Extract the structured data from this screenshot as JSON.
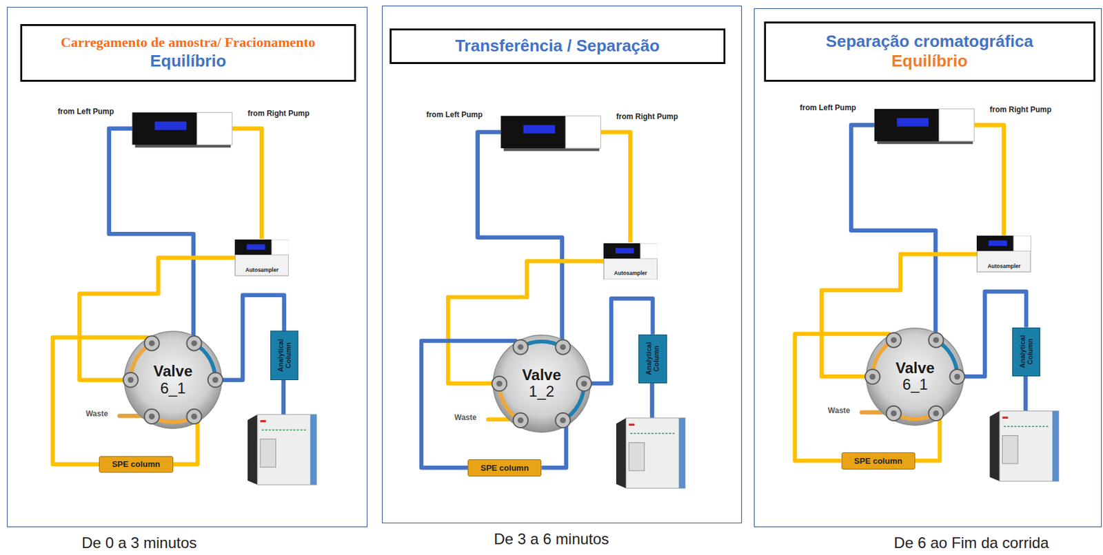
{
  "diagram": {
    "nodes": [
      {
        "text": [
          "De 0 a 3 minutos"
        ]
      },
      {
        "text": [
          "Carregamento de amostra/ Fracionamento",
          "Equilíbrio"
        ],
        "in": 0
      },
      {
        "text": [
          "Autosampler"
        ],
        "in": 0
      },
      {
        "text": [
          "Valve",
          "6_1"
        ],
        "in": 0
      },
      {
        "text": [
          "Analytical Column"
        ],
        "in": 0
      },
      {
        "text": [
          "SPE column"
        ],
        "in": 0
      },
      {
        "text": [
          "De 3 a 6 minutos"
        ]
      },
      {
        "text": [
          "Transferência / Separação"
        ],
        "in": 6
      },
      {
        "text": [
          "Autosampler"
        ],
        "in": 6
      },
      {
        "text": [
          "Valve",
          "1_2"
        ],
        "in": 6
      },
      {
        "text": [
          "Analytical Column"
        ],
        "in": 6
      },
      {
        "text": [
          "SPE column"
        ],
        "in": 6
      },
      {
        "text": [
          "De 6 ao Fim da corrida"
        ]
      },
      {
        "text": [
          "Separação cromatográfica",
          "Equilíbrio"
        ],
        "in": 12
      },
      {
        "text": [
          "Autosampler"
        ],
        "in": 12
      },
      {
        "text": [
          "Valve",
          "6_1"
        ],
        "in": 12
      },
      {
        "text": [
          "Analytical Column"
        ],
        "in": 12
      },
      {
        "text": [
          "SPE column"
        ],
        "in": 12
      }
    ],
    "edges": [
      {
        "from": 2,
        "to": 3,
        "arrow": "none"
      },
      {
        "from": 3,
        "to": 4,
        "arrow": "none"
      },
      {
        "from": 5,
        "to": 3,
        "arrow": "none"
      },
      {
        "from": 3,
        "to": 5,
        "arrow": "none"
      },
      {
        "from": 8,
        "to": 9,
        "arrow": "none"
      },
      {
        "from": 9,
        "to": 10,
        "arrow": "none"
      },
      {
        "from": 11,
        "to": 9,
        "arrow": "none"
      },
      {
        "from": 9,
        "to": 11,
        "arrow": "none"
      },
      {
        "from": 14,
        "to": 15,
        "arrow": "none"
      },
      {
        "from": 15,
        "to": 16,
        "arrow": "none"
      },
      {
        "from": 17,
        "to": 15,
        "arrow": "none"
      },
      {
        "from": 15,
        "to": 17,
        "arrow": "none"
      }
    ],
    "labels": [
      "from Left Pump",
      "from Right Pump",
      "Waste",
      "from Left Pump",
      "from Right Pump",
      "Waste",
      "from Left Pump",
      "from Right Pump",
      "Waste"
    ]
  }
}
